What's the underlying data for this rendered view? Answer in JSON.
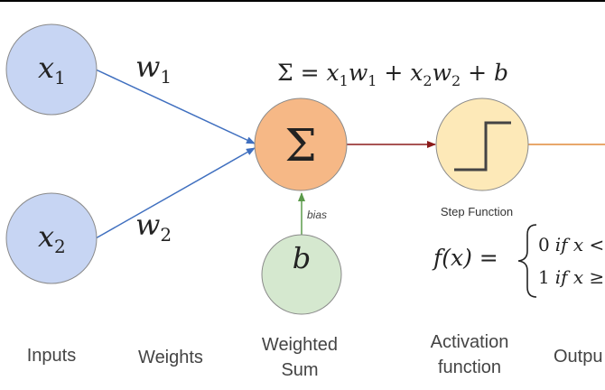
{
  "nodes": {
    "x1": {
      "var": "x",
      "sub": "1"
    },
    "x2": {
      "var": "x",
      "sub": "2"
    },
    "sum": {
      "symbol": "Σ"
    },
    "bias": {
      "symbol": "b"
    }
  },
  "weights": {
    "w1": {
      "var": "w",
      "sub": "1"
    },
    "w2": {
      "var": "w",
      "sub": "2"
    }
  },
  "formula": {
    "sigma": "Σ = ",
    "t1": "x",
    "t1s": "1",
    "t2": "w",
    "t2s": "1",
    "plus1": " + ",
    "t3": "x",
    "t3s": "2",
    "t4": "w",
    "t4s": "2",
    "plus2": " + ",
    "t5": "b"
  },
  "bias_label": "bias",
  "step_function_label": "Step Function",
  "piecewise": {
    "lhs": "f(x) = ",
    "case1_val": "0",
    "case1_cond": "if x <",
    "case2_val": "1",
    "case2_cond": "if x ≥"
  },
  "bottom_labels": {
    "inputs": "Inputs",
    "weights": "Weights",
    "weighted_sum_1": "Weighted",
    "weighted_sum_2": "Sum",
    "activation_1": "Activation",
    "activation_2": "function",
    "output": "Outpu"
  },
  "colors": {
    "input_fill": "#c7d5f3",
    "sum_fill": "#f6b886",
    "activation_fill": "#fde9b8",
    "bias_fill": "#d5e8cf",
    "blue_arrow": "#3f6fbf",
    "red_arrow": "#8b1a1a",
    "green_arrow": "#5a9a4a",
    "orange_arrow": "#e08a3a"
  }
}
